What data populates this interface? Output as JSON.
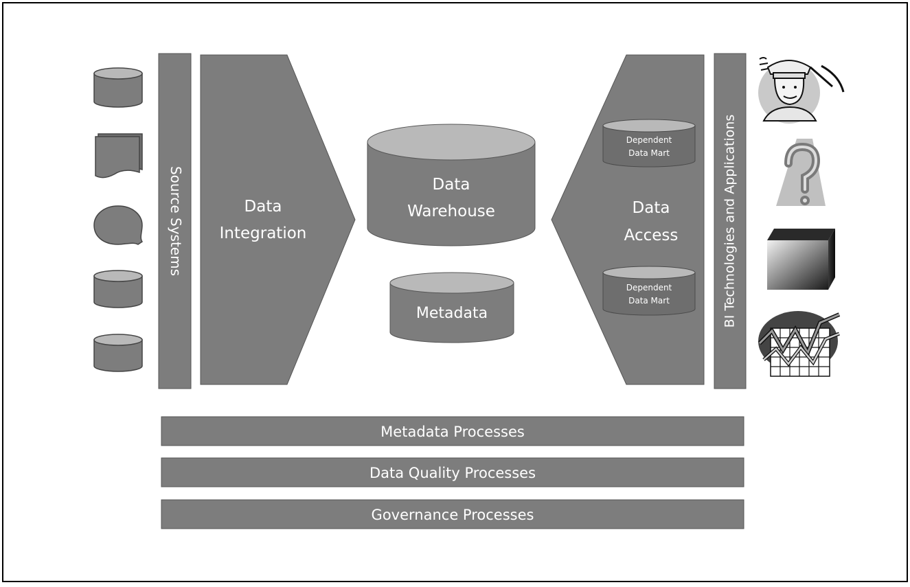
{
  "diagram": {
    "source_systems": {
      "label": "Source Systems",
      "source_icons": [
        "cylinder-icon",
        "document-stack-icon",
        "speech-bubble-icon",
        "cylinder-icon",
        "cylinder-icon"
      ]
    },
    "data_integration": {
      "line1": "Data",
      "line2": "Integration"
    },
    "data_warehouse": {
      "line1": "Data",
      "line2": "Warehouse"
    },
    "metadata_store": {
      "label": "Metadata"
    },
    "data_access": {
      "line1": "Data",
      "line2": "Access",
      "marts": [
        {
          "line1": "Dependent",
          "line2": "Data Mart"
        },
        {
          "line1": "Dependent",
          "line2": "Data Mart"
        }
      ]
    },
    "bi_layer": {
      "label": "BI Technologies and Applications"
    },
    "user_icons": [
      "miner-icon",
      "question-mark-icon",
      "cube-icon",
      "chart-icon"
    ],
    "process_bars": {
      "metadata": "Metadata Processes",
      "data_quality": "Data Quality Processes",
      "governance": "Governance Processes"
    }
  },
  "colors": {
    "block": "#7d7d7d",
    "block_dark": "#626262",
    "cylinder_top": "#b9b9b9",
    "text": "#ffffff",
    "frame": "#000000"
  }
}
